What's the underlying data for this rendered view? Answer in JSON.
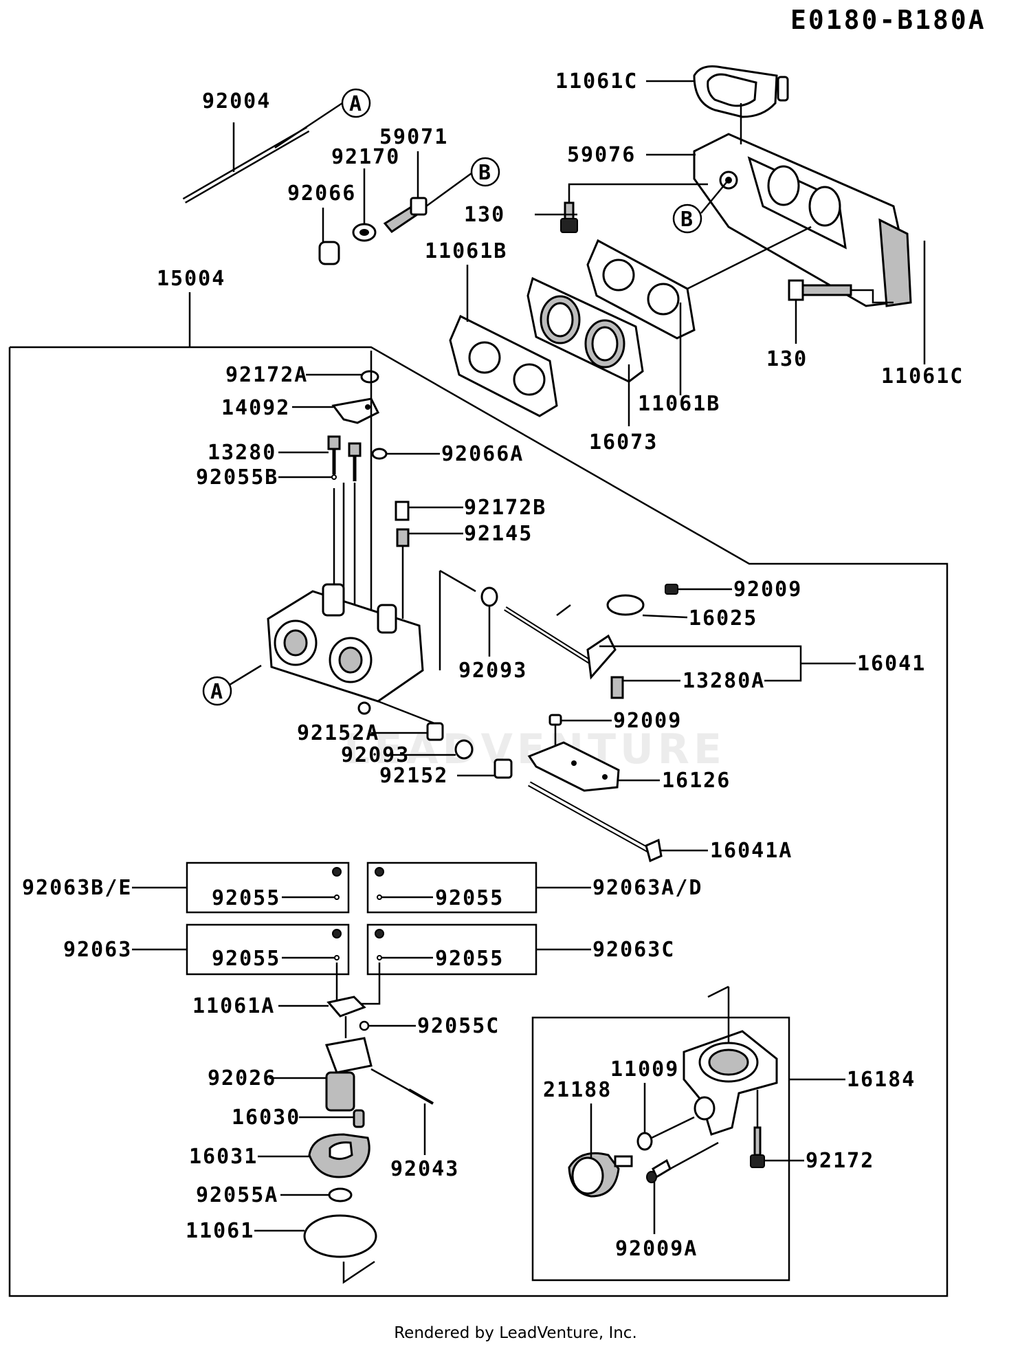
{
  "diagram_code": "E0180-B180A",
  "footer": "Rendered by LeadVenture, Inc.",
  "watermark": "LEADVENTURE",
  "callouts": {
    "a": "A",
    "b": "B"
  },
  "labels": {
    "p92004": "92004",
    "p59071": "59071",
    "p92170": "92170",
    "p92066": "92066",
    "p11061C_top": "11061C",
    "p59076": "59076",
    "p130_top": "130",
    "p11061B_left": "11061B",
    "p15004": "15004",
    "p130_right": "130",
    "p11061C_right": "11061C",
    "p11061B_right": "11061B",
    "p16073": "16073",
    "p92172A": "92172A",
    "p14092": "14092",
    "p13280": "13280",
    "p92066A": "92066A",
    "p92055B": "92055B",
    "p92172B": "92172B",
    "p92145": "92145",
    "p92009_top": "92009",
    "p16025": "16025",
    "p92093_mid": "92093",
    "p16041": "16041",
    "p13280A": "13280A",
    "p92009_mid": "92009",
    "p92152A": "92152A",
    "p92093_low": "92093",
    "p92152": "92152",
    "p16126": "16126",
    "p16041A": "16041A",
    "p92063BE": "92063B/E",
    "p92055_b1": "92055",
    "p92055_b2": "92055",
    "p92063AD": "92063A/D",
    "p92063": "92063",
    "p92055_b3": "92055",
    "p92055_b4": "92055",
    "p92063C": "92063C",
    "p11061A": "11061A",
    "p92055C": "92055C",
    "p92026": "92026",
    "p16030": "16030",
    "p92043": "92043",
    "p16031": "16031",
    "p92055A": "92055A",
    "p11061": "11061",
    "p11009": "11009",
    "p21188": "21188",
    "p16184": "16184",
    "p92172": "92172",
    "p92009A": "92009A"
  }
}
